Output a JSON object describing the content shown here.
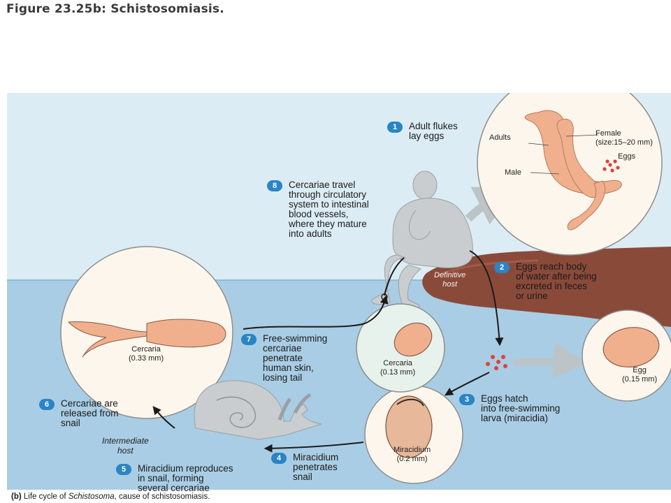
{
  "figure_title": "Figure 23.25b: Schistosomiasis.",
  "steps": [
    {
      "num": "1",
      "text": "Adult flukes\nlay eggs"
    },
    {
      "num": "2",
      "text": "Eggs reach body\nof water after being\nexcreted in feces\nor urine"
    },
    {
      "num": "3",
      "text": "Eggs hatch\ninto free-swimming\nlarva (miracidia)"
    },
    {
      "num": "4",
      "text": "Miracidium\npenetrates\nsnail"
    },
    {
      "num": "5",
      "text": "Miracidium reproduces\nin snail, forming\nseveral cercariae"
    },
    {
      "num": "6",
      "text": "Cercariae are\nreleased from\nsnail"
    },
    {
      "num": "7",
      "text": "Free-swimming\ncercariae\npenetrate\nhuman skin,\nlosing tail"
    },
    {
      "num": "8",
      "text": "Cercariae travel\nthrough circulatory\nsystem to intestinal\nblood vessels,\nwhere they mature\ninto adults"
    }
  ],
  "labels": {
    "adults": "Adults",
    "female": "Female\n(size:15–20 mm)",
    "eggs": "Eggs",
    "male": "Male",
    "definitive_host": "Definitive\nhost",
    "intermediate_host": "Intermediate\nhost",
    "cercaria_large": "Cercaria\n(0.33 mm)",
    "cercaria_small": "Cercaria\n(0.13 mm)",
    "egg": "Egg\n(0.15 mm)",
    "miracidium": "Miracidium\n(0.2 mm)"
  },
  "caption": {
    "prefix": "(b)",
    "text1": " Life cycle of ",
    "genus": "Schistosoma",
    "text2": ", cause of schistosomiasis."
  },
  "colors": {
    "sky": "#dcecf4",
    "water": "#a9cde4",
    "ground": "#8a4a3a",
    "badge": "#2a84c6",
    "fluke": "#f0b08e",
    "egg_red": "#e0403a"
  }
}
